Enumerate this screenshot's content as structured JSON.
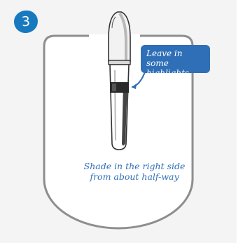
{
  "step": {
    "number": "3"
  },
  "callout": {
    "line1": "Leave in some",
    "line2": "highlights"
  },
  "caption": {
    "line1": "Shade in the right side",
    "line2": "from about half-way"
  },
  "colors": {
    "accent": "#1879bf",
    "callout_bg": "#2f6fb7",
    "outline": "#8e8e8e",
    "text": "#2f6fb7",
    "panel_bg": "#f4f4f4"
  }
}
